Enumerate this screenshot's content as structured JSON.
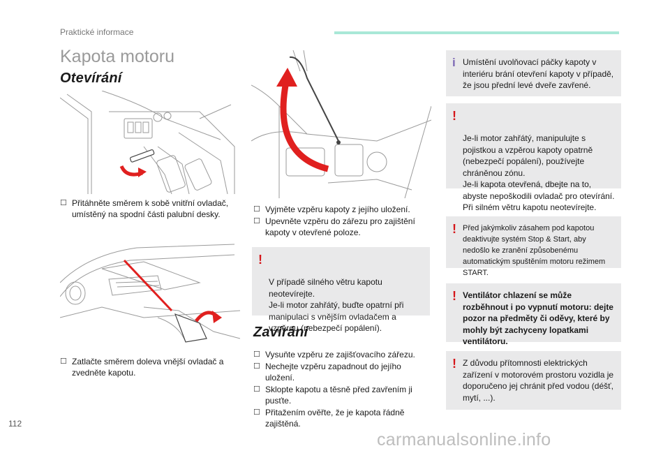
{
  "header": {
    "section_label": "Praktické informace",
    "page_title": "Kapota motoru"
  },
  "opening": {
    "heading": "Otevírání",
    "step1": [
      "Přitáhněte směrem k sobě vnitřní ovladač, umístěný na spodní části palubní desky."
    ],
    "step2": [
      "Zatlačte směrem doleva vnější ovladač a zvedněte kapotu."
    ],
    "step3": [
      "Vyjměte vzpěru kapoty z jejího uložení.",
      "Upevněte vzpěru do zářezu pro zajištění kapoty v otevřené poloze."
    ],
    "wind_warning": "V případě silného větru kapotu neotevírejte.\nJe-li motor zahřátý, buďte opatrní při manipulaci s vnějším ovladačem a vzpěrou (nebezpečí popálení)."
  },
  "closing": {
    "heading": "Zavírání",
    "steps": [
      "Vysuňte vzpěru ze zajišťovacího zářezu.",
      "Nechejte vzpěru zapadnout do jejího uložení.",
      "Sklopte kapotu a těsně před zavřením ji pusťte.",
      "Přitažením ověřte, že je kapota řádně zajištěná."
    ]
  },
  "notes": {
    "info_lever": "Umístění uvolňovací páčky kapoty v interiéru brání otevření kapoty v případě, že jsou přední levé dveře zavřené.",
    "warn_hot": "Je-li motor zahřátý, manipulujte s pojistkou a vzpěrou kapoty opatrně (nebezpečí popálení), používejte chráněnou zónu.\nJe-li kapota otevřená, dbejte na to, abyste nepoškodili ovladač pro otevírání.\nPři silném větru kapotu neotevírejte.",
    "warn_stopstart": "Před jakýmkoliv zásahem pod kapotou deaktivujte systém Stop & Start, aby nedošlo ke zranění způsobenému automatickým spuštěním motoru režimem START.",
    "warn_fan": "Ventilátor chlazení se může rozběhnout i po vypnutí motoru: dejte pozor na předměty či oděvy, které by mohly být zachyceny lopatkami ventilátoru.",
    "warn_electric": "Z důvodu přítomnosti elektrických zařízení v motorovém prostoru vozidla je doporučeno jej chránit před vodou (déšť, mytí, ...)."
  },
  "icons": {
    "bullet": "square-bullet",
    "warning": "exclamation-mark",
    "info": "info-mark"
  },
  "colors": {
    "accent_bar": "#a9e8d7",
    "warning": "#d5171b",
    "info": "#7e69b5",
    "note_bg": "#e9e9ea",
    "arrow": "#e0201f"
  },
  "footer": {
    "page_number": "112",
    "watermark": "carmanualsonline.info"
  }
}
